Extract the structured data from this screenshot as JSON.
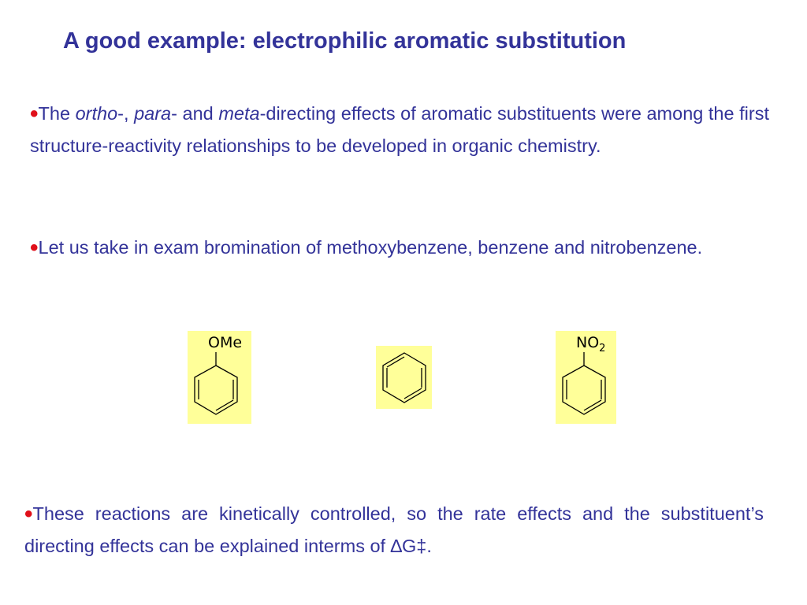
{
  "slide": {
    "title": "A good example: electrophilic aromatic substitution",
    "p1": {
      "bullet": "•",
      "t1": "The ",
      "i1": "ortho",
      "t2": "-, ",
      "i2": "para",
      "t3": "- and ",
      "i3": "meta",
      "t4": "-directing effects of aromatic substituents were among the first structure-reactivity relationships to be developed in organic chemistry."
    },
    "p2": {
      "bullet": "•",
      "text": "Let us take in exam bromination of methoxybenzene, benzene and nitrobenzene."
    },
    "p3": {
      "bullet": "•",
      "text": "These reactions are kinetically controlled, so the rate effects and the substituent’s directing effects can be explained interms of ∆G‡."
    },
    "molecules": {
      "methoxy_label": "OMe",
      "nitro_label": "NO",
      "nitro_sub": "2",
      "highlight_color": "#ffff99"
    }
  }
}
